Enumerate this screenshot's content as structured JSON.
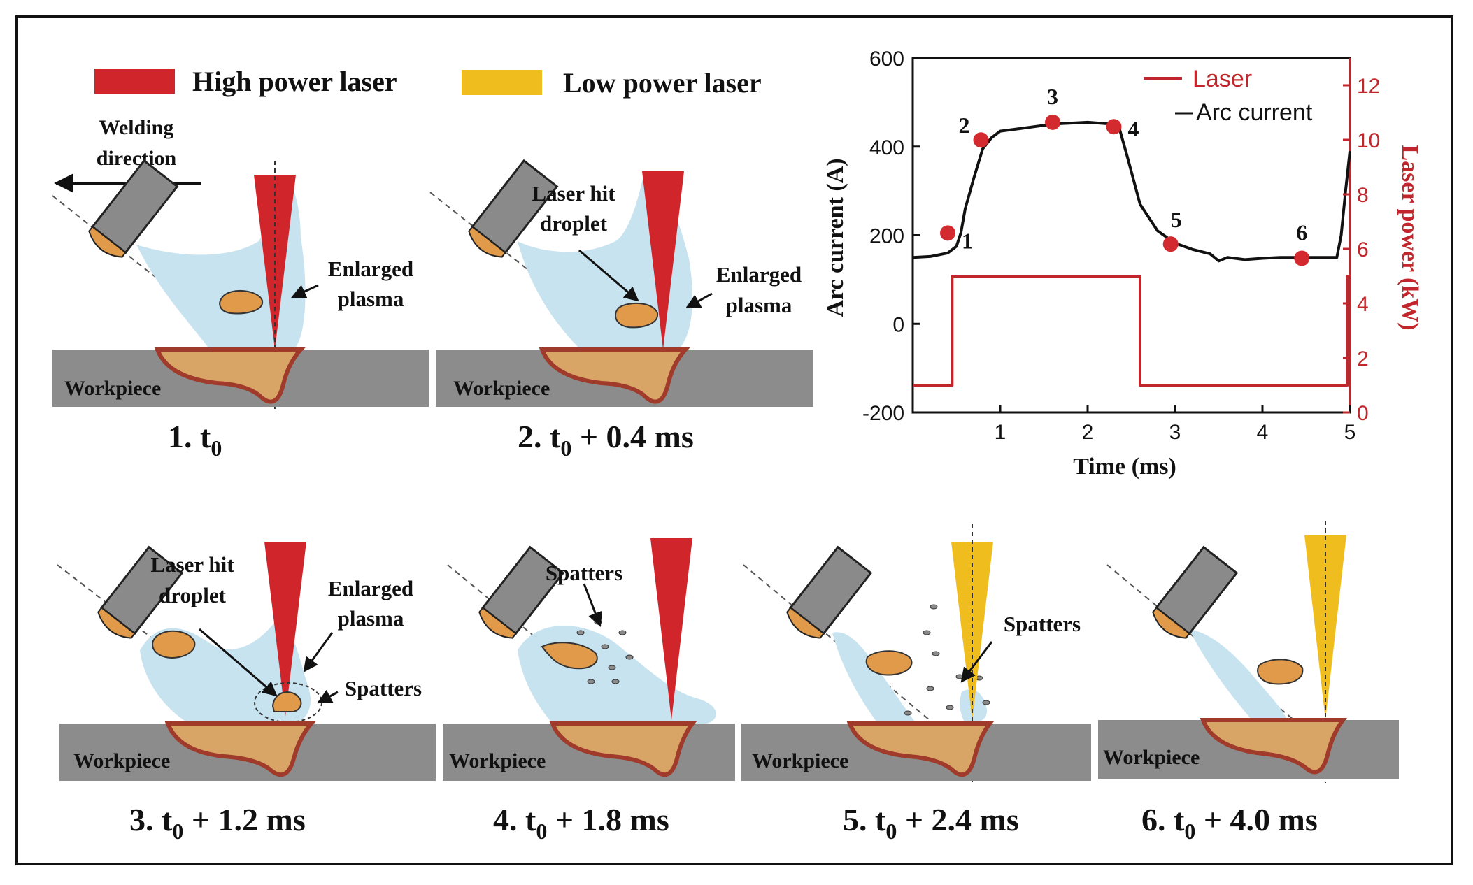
{
  "legend": {
    "high_power": {
      "label": "High power laser",
      "color": "#d0262b"
    },
    "low_power": {
      "label": "Low power laser",
      "color": "#f0bd1f"
    }
  },
  "direction": {
    "line1": "Welding",
    "line2": "direction"
  },
  "colors": {
    "plasma": "#c8e3f0",
    "droplet": "#e09a4a",
    "workpiece": "#8c8c8c",
    "melt": "#a03a2a",
    "torch": "#8a8a8a"
  },
  "panels": [
    {
      "id": "1",
      "caption_pre": "1. t",
      "caption_sub": "0",
      "caption_post": "",
      "workpiece": "Workpiece",
      "laser": "high",
      "labels": [
        {
          "l1": "Enlarged",
          "l2": "plasma"
        }
      ]
    },
    {
      "id": "2",
      "caption_pre": "2. t",
      "caption_sub": "0",
      "caption_post": " + 0.4 ms",
      "workpiece": "Workpiece",
      "laser": "high",
      "labels": [
        {
          "l1": "Laser hit",
          "l2": "droplet"
        },
        {
          "l1": "Enlarged",
          "l2": "plasma"
        }
      ]
    },
    {
      "id": "3",
      "caption_pre": "3. t",
      "caption_sub": "0",
      "caption_post": " + 1.2 ms",
      "workpiece": "Workpiece",
      "laser": "high",
      "labels": [
        {
          "l1": "Laser hit",
          "l2": "droplet"
        },
        {
          "l1": "Enlarged",
          "l2": "plasma"
        },
        {
          "l1": "Spatters",
          "l2": ""
        }
      ]
    },
    {
      "id": "4",
      "caption_pre": "4. t",
      "caption_sub": "0",
      "caption_post": " + 1.8 ms",
      "workpiece": "Workpiece",
      "laser": "high",
      "labels": [
        {
          "l1": "Spatters",
          "l2": ""
        }
      ]
    },
    {
      "id": "5",
      "caption_pre": "5. t",
      "caption_sub": "0",
      "caption_post": " + 2.4 ms",
      "workpiece": "Workpiece",
      "laser": "low",
      "labels": [
        {
          "l1": "Spatters",
          "l2": ""
        }
      ]
    },
    {
      "id": "6",
      "caption_pre": "6. t",
      "caption_sub": "0",
      "caption_post": " + 4.0 ms",
      "workpiece": "Workpiece",
      "laser": "low",
      "labels": []
    }
  ],
  "chart_data": {
    "type": "line",
    "xlabel": "Time (ms)",
    "ylabel_left": "Arc current (A)",
    "ylabel_right": "Laser power (kW)",
    "xlim": [
      0,
      5
    ],
    "ylim_left": [
      -200,
      600
    ],
    "ylim_right": [
      0,
      13
    ],
    "xticks": [
      1,
      2,
      3,
      4,
      5
    ],
    "yticks_left": [
      -200,
      0,
      200,
      400,
      600
    ],
    "yticks_right": [
      0,
      2,
      4,
      6,
      8,
      10,
      12
    ],
    "legend_position": "top-right",
    "series": [
      {
        "name": "Arc current",
        "axis": "left",
        "color": "#111111",
        "x": [
          0,
          0.2,
          0.4,
          0.5,
          0.55,
          0.6,
          0.7,
          0.8,
          0.9,
          1.0,
          1.2,
          1.5,
          1.7,
          2.0,
          2.2,
          2.35,
          2.45,
          2.6,
          2.8,
          3.0,
          3.2,
          3.4,
          3.5,
          3.6,
          3.8,
          4.0,
          4.2,
          4.5,
          4.7,
          4.85,
          4.9,
          4.95,
          5.0
        ],
        "y": [
          150,
          152,
          160,
          175,
          205,
          260,
          330,
          395,
          420,
          435,
          440,
          448,
          452,
          455,
          452,
          450,
          380,
          270,
          210,
          182,
          168,
          158,
          142,
          150,
          145,
          148,
          150,
          150,
          150,
          150,
          200,
          300,
          390
        ]
      },
      {
        "name": "Laser",
        "axis": "right",
        "color": "#c0262b",
        "x": [
          0,
          0.45,
          0.45,
          2.6,
          2.6,
          4.97,
          4.97,
          5.0
        ],
        "y": [
          1,
          1,
          5,
          5,
          1,
          1,
          5,
          5
        ]
      }
    ],
    "markers": [
      {
        "label": "1",
        "x": 0.4,
        "y": 205
      },
      {
        "label": "2",
        "x": 0.78,
        "y": 415
      },
      {
        "label": "3",
        "x": 1.6,
        "y": 455
      },
      {
        "label": "4",
        "x": 2.3,
        "y": 445
      },
      {
        "label": "5",
        "x": 2.95,
        "y": 180
      },
      {
        "label": "6",
        "x": 4.45,
        "y": 148
      }
    ]
  }
}
